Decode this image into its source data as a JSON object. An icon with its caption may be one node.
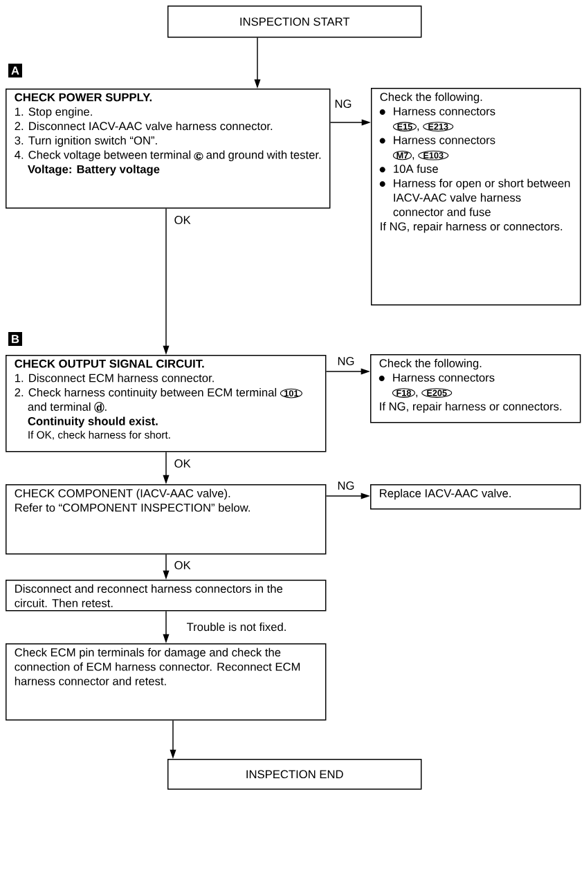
{
  "diagram": {
    "nodes": [
      {
        "text": [
          "INSPECTION START"
        ]
      },
      {
        "text": [
          "CHECK POWER SUPPLY.",
          "1. Stop engine.",
          "2. Disconnect IACV-AAC valve harness connector.",
          "3. Turn ignition switch “ON”.",
          "4. Check voltage between terminal",
          "c",
          "and ground with tester.",
          "Voltage: Battery voltage"
        ],
        "beside": [
          "A"
        ]
      },
      {
        "text": [
          "Check the following.",
          "Harness connectors",
          "E15",
          ",",
          "E213",
          "Harness connectors",
          "M7",
          ",",
          "E103",
          "10A fuse",
          "Harness for open or short between IACV-AAC valve harness connector and fuse",
          "If NG, repair harness or connectors."
        ]
      },
      {
        "text": [
          "CHECK OUTPUT SIGNAL CIRCUIT.",
          "1. Disconnect ECM harness connector.",
          "2. Check harness continuity between ECM terminal",
          "101",
          "and terminal",
          "d",
          ".",
          "Continuity should exist.",
          "If OK, check harness for short."
        ],
        "beside": [
          "B"
        ]
      },
      {
        "text": [
          "Check the following.",
          "Harness connectors",
          "F18",
          ",",
          "E205",
          "If NG, repair harness or connectors."
        ]
      },
      {
        "text": [
          "CHECK COMPONENT (IACV-AAC valve).",
          "Refer to “COMPONENT INSPECTION” below."
        ]
      },
      {
        "text": [
          "Replace IACV-AAC valve."
        ]
      },
      {
        "text": [
          "Disconnect and reconnect harness connectors in the circuit. Then retest."
        ]
      },
      {
        "text": [
          "Check ECM pin terminals for damage and check the connection of ECM harness connector. Reconnect ECM harness connector and retest."
        ]
      },
      {
        "text": [
          "INSPECTION END"
        ]
      }
    ],
    "edges": [
      {
        "from": 0,
        "to": 1,
        "arrow": "to"
      },
      {
        "from": 1,
        "to": 2,
        "arrow": "to",
        "label": "NG"
      },
      {
        "from": 1,
        "to": 3,
        "arrow": "to",
        "label": "OK"
      },
      {
        "from": 3,
        "to": 4,
        "arrow": "to",
        "label": "NG"
      },
      {
        "from": 3,
        "to": 5,
        "arrow": "to",
        "label": "OK"
      },
      {
        "from": 5,
        "to": 6,
        "arrow": "to",
        "label": "NG"
      },
      {
        "from": 5,
        "to": 7,
        "arrow": "to",
        "label": "OK"
      },
      {
        "from": 7,
        "to": 8,
        "arrow": "to",
        "label": "Trouble is not fixed."
      },
      {
        "from": 8,
        "to": 9,
        "arrow": "to"
      }
    ]
  }
}
